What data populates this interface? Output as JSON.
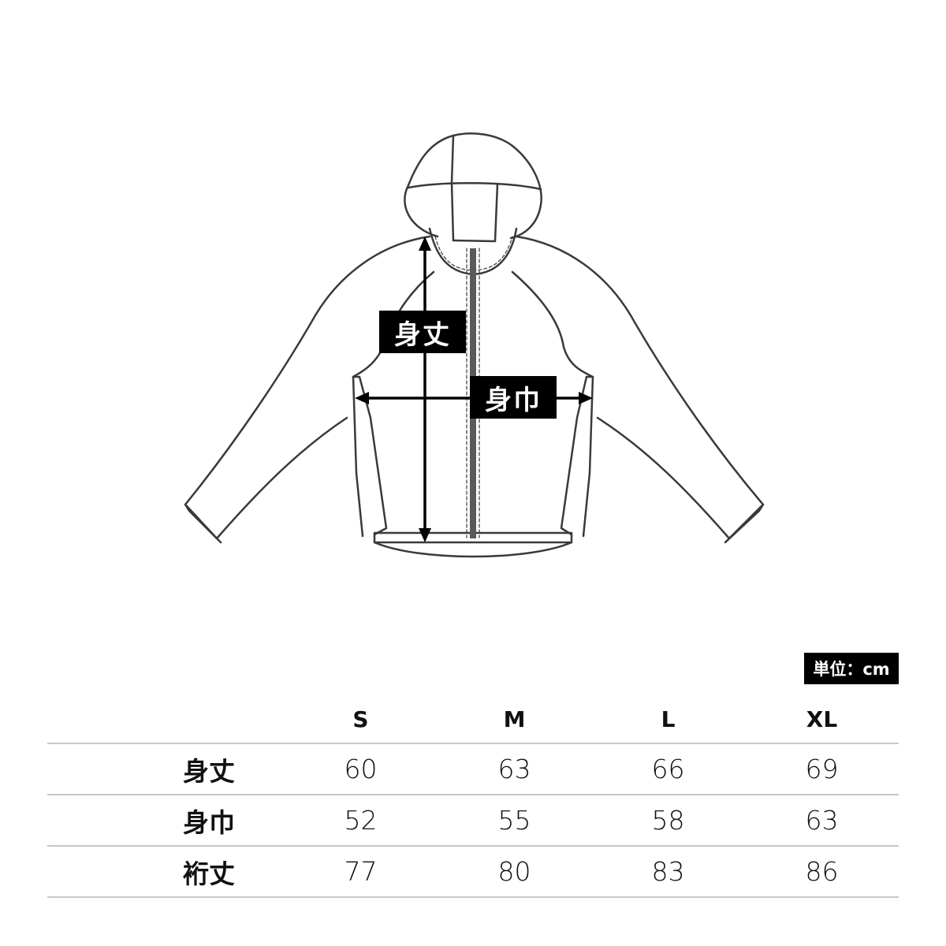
{
  "illustration": {
    "subject": "zip-up hooded jacket flat sketch",
    "measurement_labels": {
      "length": "身丈",
      "width": "身巾"
    }
  },
  "unit_badge": "単位：cm",
  "size_table": {
    "columns": [
      "S",
      "M",
      "L",
      "XL"
    ],
    "rows": [
      {
        "label": "身丈",
        "values": [
          "60",
          "63",
          "66",
          "69"
        ]
      },
      {
        "label": "身巾",
        "values": [
          "52",
          "55",
          "58",
          "63"
        ]
      },
      {
        "label": "裄丈",
        "values": [
          "77",
          "80",
          "83",
          "86"
        ]
      }
    ]
  },
  "colors": {
    "line": "#3a3a3a",
    "label_bg": "#000000",
    "table_rule": "#c8c8c8"
  }
}
